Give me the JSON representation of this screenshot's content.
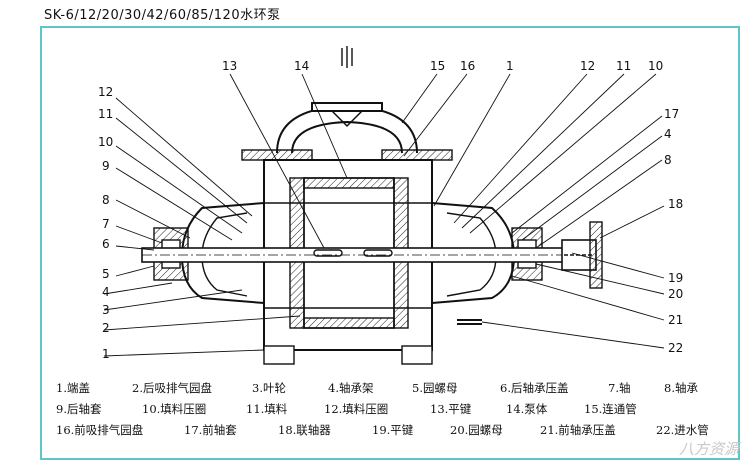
{
  "title": "SK-6/12/20/30/42/60/85/120水环泵",
  "callouts": [
    "1",
    "2",
    "3",
    "4",
    "5",
    "6",
    "7",
    "8",
    "9",
    "10",
    "11",
    "12",
    "13",
    "14",
    "15",
    "16",
    "17",
    "18",
    "19",
    "20",
    "21",
    "22"
  ],
  "callouts_left": [
    "12",
    "11",
    "10",
    "9",
    "8",
    "7",
    "6",
    "5",
    "4",
    "3",
    "2",
    "1"
  ],
  "callouts_top": [
    "13",
    "14",
    "15",
    "16",
    "1",
    "12",
    "11",
    "10"
  ],
  "callouts_right": [
    "17",
    "4",
    "8",
    "18",
    "19",
    "20",
    "21",
    "22"
  ],
  "legend": [
    [
      "1.端盖",
      "2.后吸排气园盘",
      "3.叶轮",
      "4.轴承架",
      "5.园螺母",
      "6.后轴承压盖",
      "7.轴",
      "8.轴承"
    ],
    [
      "9.后轴套",
      "10.填料压圈",
      "11.填料",
      "12.填料压圈",
      "13.平键",
      "14.泵体",
      "15.连通管"
    ],
    [
      "16.前吸排气园盘",
      "17.前轴套",
      "18.联轴器",
      "19.平键",
      "20.园螺母",
      "21.前轴承压盖",
      "22.进水管"
    ]
  ],
  "watermark": "八方资源"
}
